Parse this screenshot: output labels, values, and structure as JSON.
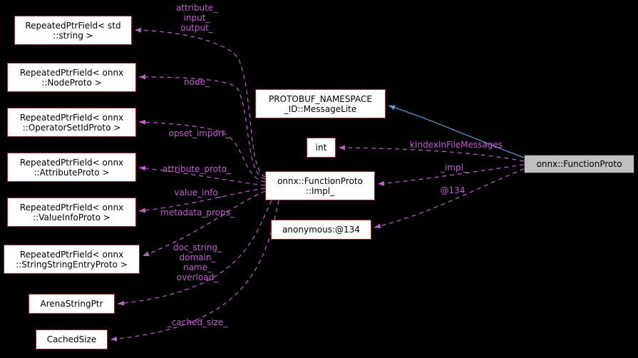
{
  "colors": {
    "background": "#000000",
    "edge_usage": "#c25fd0",
    "edge_inheritance": "#5b9bd5",
    "node_fill": "#ffffff",
    "node_text": "#000000",
    "focus_node_fill": "#bfbfbf"
  },
  "nodes": {
    "repeated_std_string": {
      "label": "RepeatedPtrField< std\n::string >"
    },
    "repeated_node_proto": {
      "label": "RepeatedPtrField< onnx\n::NodeProto >"
    },
    "repeated_operator_set_id_proto": {
      "label": "RepeatedPtrField< onnx\n::OperatorSetIdProto >"
    },
    "repeated_attribute_proto": {
      "label": "RepeatedPtrField< onnx\n::AttributeProto >"
    },
    "repeated_value_info_proto": {
      "label": "RepeatedPtrField< onnx\n::ValueInfoProto >"
    },
    "repeated_string_string_entry_proto": {
      "label": "RepeatedPtrField< onnx\n::StringStringEntryProto >"
    },
    "arena_string_ptr": {
      "label": "ArenaStringPtr"
    },
    "cached_size": {
      "label": "CachedSize"
    },
    "message_lite": {
      "label": "PROTOBUF_NAMESPACE\n_ID::MessageLite"
    },
    "int": {
      "label": "int"
    },
    "impl": {
      "label": "onnx::FunctionProto\n::Impl_"
    },
    "anonymous_134": {
      "label": "anonymous:@134"
    },
    "function_proto": {
      "label": "onnx::FunctionProto"
    }
  },
  "edge_labels": {
    "attribute_input_output": {
      "text": "attribute_\ninput_\noutput_"
    },
    "node": {
      "text": "node_"
    },
    "opset_import": {
      "text": "opset_import_"
    },
    "attribute_proto": {
      "text": "attribute_proto_"
    },
    "value_info": {
      "text": "value_info_"
    },
    "metadata_props": {
      "text": "metadata_props_"
    },
    "doc_string_domain_name_overload": {
      "text": "doc_string_\ndomain_\nname_\noverload_"
    },
    "cached_size": {
      "text": "_cached_size_"
    },
    "k_index_in_file_messages": {
      "text": "kIndexInFileMessages"
    },
    "impl": {
      "text": "_impl_"
    },
    "at_134": {
      "text": "@134"
    }
  }
}
